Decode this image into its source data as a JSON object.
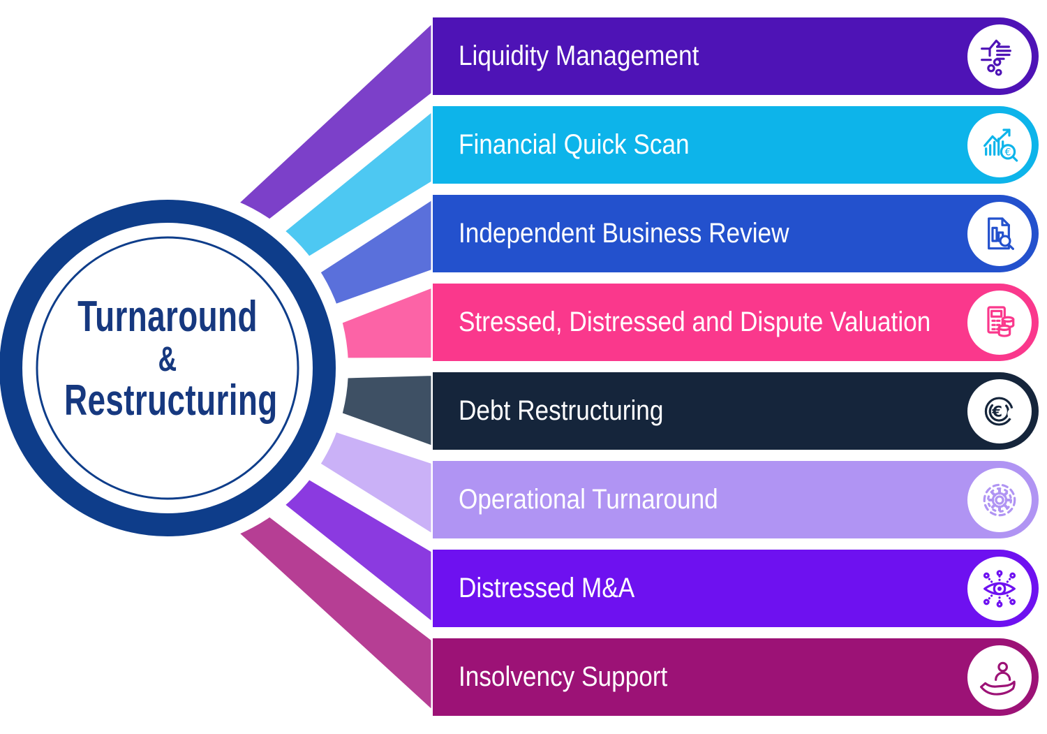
{
  "hub": {
    "line1": "Turnaround",
    "line2": "&",
    "line3": "Restructuring"
  },
  "services": [
    {
      "label": "Liquidity Management",
      "bar_color": "#4E13B6",
      "connector_color": "#7C40C9",
      "icon": "hand-coins-icon"
    },
    {
      "label": "Financial Quick Scan",
      "bar_color": "#0DB4EA",
      "connector_color": "#4DC8F2",
      "icon": "growth-chart-euro-icon"
    },
    {
      "label": "Independent Business Review",
      "bar_color": "#2351CD",
      "connector_color": "#5A70DB",
      "icon": "document-search-icon"
    },
    {
      "label": "Stressed, Distressed and Dispute Valuation",
      "bar_color": "#FA388C",
      "connector_color": "#FC63A6",
      "icon": "calculator-coins-icon"
    },
    {
      "label": "Debt Restructuring",
      "bar_color": "#15253B",
      "connector_color": "#3E5064",
      "icon": "euro-coin-bite-icon"
    },
    {
      "label": "Operational Turnaround",
      "bar_color": "#B094F3",
      "connector_color": "#CAB1F7",
      "icon": "gear-icon"
    },
    {
      "label": "Distressed M&A",
      "bar_color": "#6E11F0",
      "connector_color": "#8B3AE0",
      "icon": "eye-network-icon"
    },
    {
      "label": "Insolvency Support",
      "bar_color": "#9C1276",
      "connector_color": "#B63E94",
      "icon": "hand-person-icon"
    }
  ],
  "colors": {
    "ring": "#0E3D8A",
    "title_text": "#16387F",
    "label_text": "#FFFFFF",
    "icon_circle_bg": "#FFFFFF",
    "background": "#FFFFFF"
  }
}
